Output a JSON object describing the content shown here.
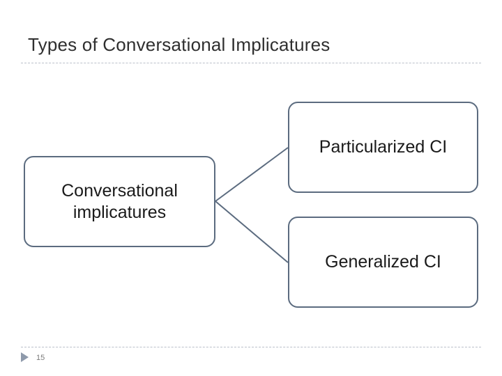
{
  "slide": {
    "title": "Types of Conversational Implicatures",
    "page_number": "15",
    "accent_color": "#5b6b7f",
    "rule_color": "#b9bfc9",
    "background": "#ffffff"
  },
  "diagram": {
    "type": "tree",
    "root": {
      "label": "Conversational implicatures"
    },
    "children": [
      {
        "label": "Particularized CI"
      },
      {
        "label": "Generalized CI"
      }
    ],
    "connectors": [
      {
        "from": "root",
        "to": "particularized-ci"
      },
      {
        "from": "root",
        "to": "generalized-ci"
      }
    ]
  },
  "footer": {
    "marker_icon": "triangle-right-icon"
  }
}
